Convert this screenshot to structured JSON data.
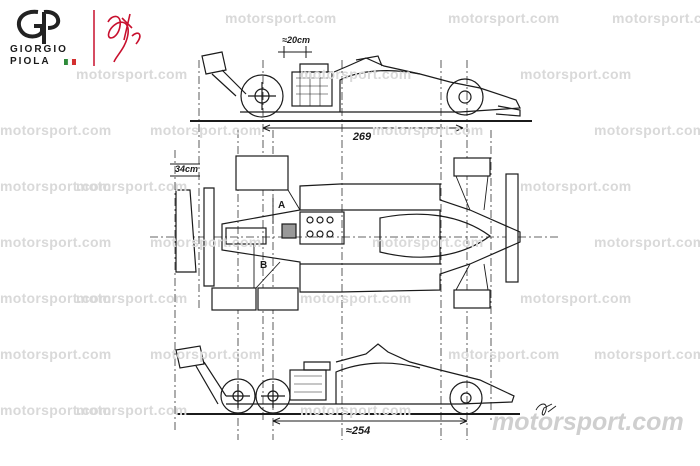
{
  "branding": {
    "artist_line1": "GIORGIO",
    "artist_line2": "PIOLA",
    "flag_colors": [
      "#2e8b3a",
      "#ffffff",
      "#d32f2f"
    ],
    "accent_color": "#c8102e",
    "logo_icon": "gp-monogram-icon"
  },
  "watermark": {
    "text": "motorsport.com",
    "large_text": "motorsport.com"
  },
  "dimensions": {
    "top_gap": "≈20cm",
    "side_wheelbase": "269",
    "front_width": "34cm",
    "bottom_wheelbase": "≈254",
    "label_a": "A",
    "label_b": "B"
  },
  "colors": {
    "line": "#1b1b1b",
    "dash": "#333333",
    "watermark": "#d9d9d9"
  }
}
